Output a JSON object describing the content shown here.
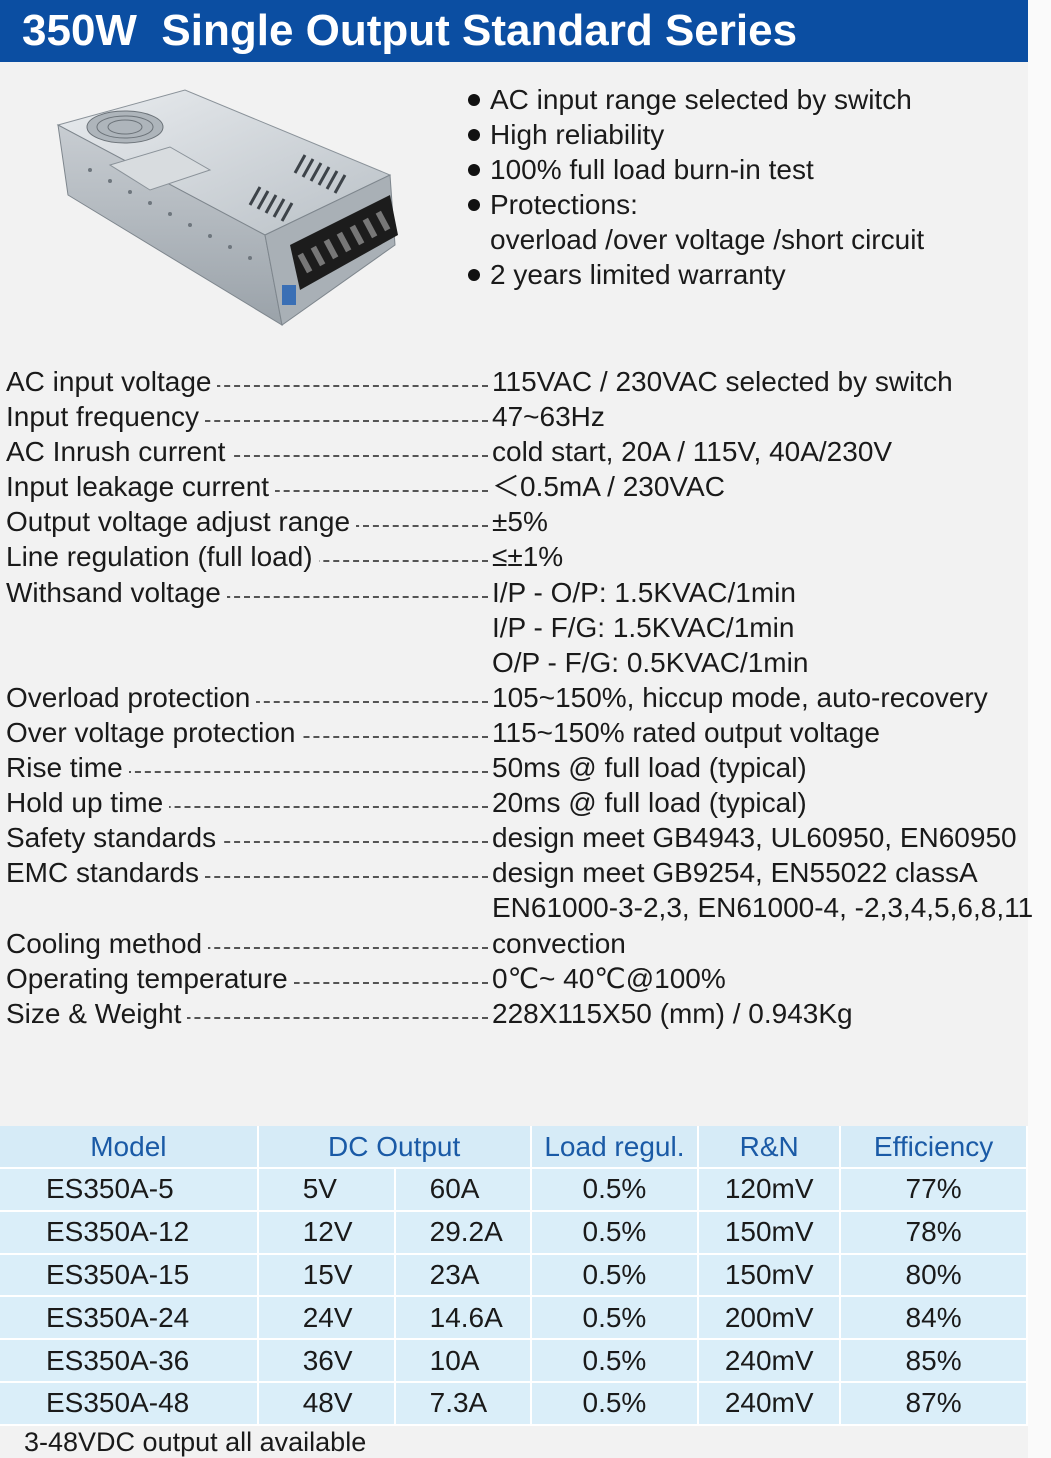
{
  "title": "350W  Single Output Standard Series",
  "features": [
    {
      "text": "AC input range selected by switch",
      "bullet": true
    },
    {
      "text": "High reliability",
      "bullet": true
    },
    {
      "text": "100% full load burn-in test",
      "bullet": true
    },
    {
      "text": "Protections:",
      "bullet": true
    },
    {
      "text": "overload /over voltage /short circuit",
      "bullet": false
    },
    {
      "text": "2 years limited warranty",
      "bullet": true
    }
  ],
  "specs": [
    {
      "label": "AC input voltage",
      "value": "115VAC / 230VAC selected by switch"
    },
    {
      "label": "Input frequency",
      "value": " 47~63Hz"
    },
    {
      "label": "AC Inrush current",
      "value": " cold start, 20A / 115V, 40A/230V"
    },
    {
      "label": "Input leakage current",
      "value": "＜0.5mA / 230VAC"
    },
    {
      "label": "Output voltage adjust range",
      "value": "±5%"
    },
    {
      "label": "Line regulation (full load)",
      "value": "≤±1%"
    },
    {
      "label": "Withsand voltage",
      "value": " I/P - O/P: 1.5KVAC/1min"
    },
    {
      "label": "",
      "value": " I/P - F/G: 1.5KVAC/1min"
    },
    {
      "label": "",
      "value": " O/P - F/G: 0.5KVAC/1min"
    },
    {
      "label": "Overload protection",
      "value": "105~150%, hiccup mode, auto-recovery"
    },
    {
      "label": "Over voltage protection",
      "value": "115~150% rated output voltage"
    },
    {
      "label": "Rise time",
      "value": "50ms @ full load (typical)"
    },
    {
      "label": "Hold up time",
      "value": "20ms @ full load (typical)"
    },
    {
      "label": "Safety standards",
      "value": "design meet GB4943, UL60950, EN60950"
    },
    {
      "label": "EMC standards",
      "value": "design meet GB9254, EN55022 classA"
    },
    {
      "label": "",
      "value": " EN61000-3-2,3, EN61000-4, -2,3,4,5,6,8,11"
    },
    {
      "label": "Cooling method",
      "value": "convection"
    },
    {
      "label": "Operating temperature",
      "value": "0℃~ 40℃@100%"
    },
    {
      "label": "Size & Weight",
      "value": "228X115X50 (mm)  /  0.943Kg"
    }
  ],
  "table": {
    "headers": {
      "model": "Model",
      "dc_output": "DC Output",
      "load_regul": "Load regul.",
      "rn": "R&N",
      "efficiency": "Efficiency"
    },
    "rows": [
      {
        "model": "ES350A-5",
        "voltage": "5V",
        "current": "60A",
        "load": "0.5%",
        "rn": "120mV",
        "eff": "77%"
      },
      {
        "model": "ES350A-12",
        "voltage": "12V",
        "current": "29.2A",
        "load": "0.5%",
        "rn": "150mV",
        "eff": "78%"
      },
      {
        "model": "ES350A-15",
        "voltage": "15V",
        "current": "23A",
        "load": "0.5%",
        "rn": "150mV",
        "eff": "80%"
      },
      {
        "model": "ES350A-24",
        "voltage": "24V",
        "current": "14.6A",
        "load": "0.5%",
        "rn": "200mV",
        "eff": "84%"
      },
      {
        "model": "ES350A-36",
        "voltage": "36V",
        "current": "10A",
        "load": "0.5%",
        "rn": "240mV",
        "eff": "85%"
      },
      {
        "model": "ES350A-48",
        "voltage": "48V",
        "current": "7.3A",
        "load": "0.5%",
        "rn": "240mV",
        "eff": "87%"
      }
    ]
  },
  "footnote": "3-48VDC output all available",
  "colors": {
    "header_bg": "#0b4ea2",
    "table_header_text": "#1a5aa6",
    "table_bg": "#daeef9"
  }
}
